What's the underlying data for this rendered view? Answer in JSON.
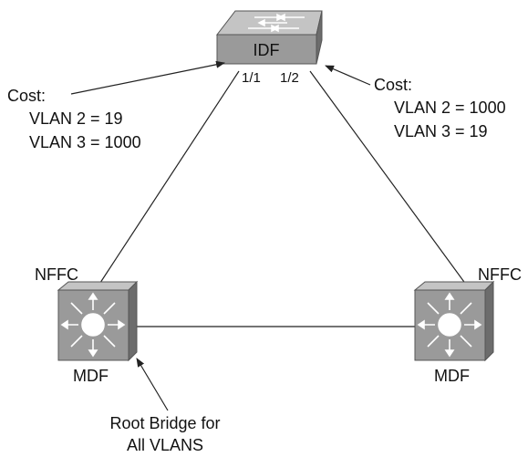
{
  "idf": {
    "label": "IDF",
    "port_left": "1/1",
    "port_right": "1/2"
  },
  "cost_left": {
    "title": "Cost:",
    "line1": "VLAN 2 = 19",
    "line2": "VLAN 3 = 1000"
  },
  "cost_right": {
    "title": "Cost:",
    "line1": "VLAN 2 = 1000",
    "line2": "VLAN 3 = 19"
  },
  "mdf_left": {
    "top_label": "NFFC",
    "bottom_label": "MDF"
  },
  "mdf_right": {
    "top_label": "NFFC",
    "bottom_label": "MDF"
  },
  "root_note": {
    "line1": "Root Bridge for",
    "line2": "All VLANS"
  },
  "colors": {
    "device_face": "#9a9a9a",
    "device_top": "#c4c4c4",
    "device_side": "#6c6c6c",
    "line": "#222222"
  }
}
